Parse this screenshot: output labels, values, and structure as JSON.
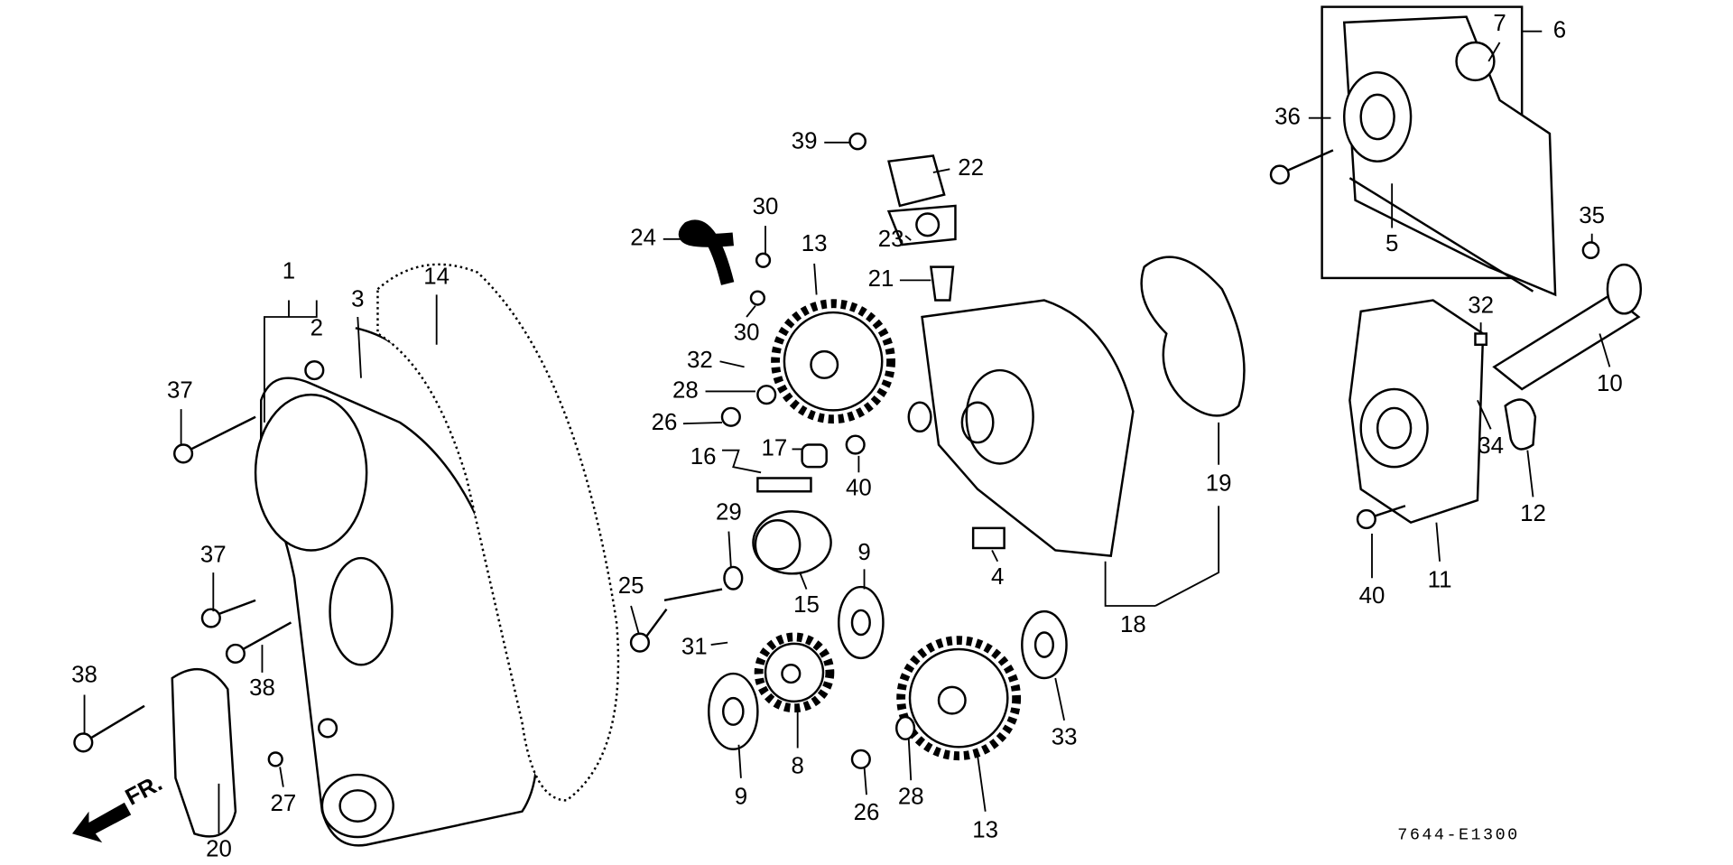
{
  "diagram": {
    "code": "7644-E1300",
    "direction_label": "FR.",
    "callouts": [
      "1",
      "2",
      "3",
      "14",
      "37",
      "37",
      "38",
      "38",
      "20",
      "27",
      "25",
      "31",
      "9",
      "8",
      "29",
      "15",
      "9",
      "16",
      "17",
      "40",
      "26",
      "28",
      "32",
      "30",
      "30",
      "24",
      "13",
      "39",
      "22",
      "23",
      "21",
      "26",
      "28",
      "13",
      "33",
      "4",
      "18",
      "19",
      "36",
      "7",
      "6",
      "5",
      "35",
      "32",
      "10",
      "34",
      "12",
      "40",
      "11"
    ]
  }
}
